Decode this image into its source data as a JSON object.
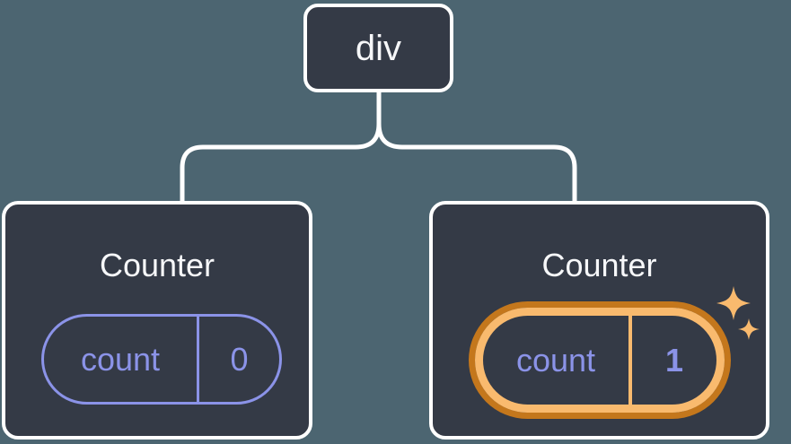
{
  "tree": {
    "root": {
      "label": "div"
    },
    "children": [
      {
        "label": "Counter",
        "state_key": "count",
        "state_value": "0",
        "highlighted": false
      },
      {
        "label": "Counter",
        "state_key": "count",
        "state_value": "1",
        "highlighted": true
      }
    ]
  },
  "icons": {
    "sparkles": {
      "name": "sparkles-icon",
      "glyph": "✦",
      "meaning": "state updated / new state"
    }
  },
  "colors": {
    "background": "#4c6571",
    "card": "#343a46",
    "line": "#ffffff",
    "text_light": "#f6f7f9",
    "state_purple": "#8b93e8",
    "highlight_orange": "#f9ba6e",
    "highlight_orange_dark": "#c4771c"
  }
}
